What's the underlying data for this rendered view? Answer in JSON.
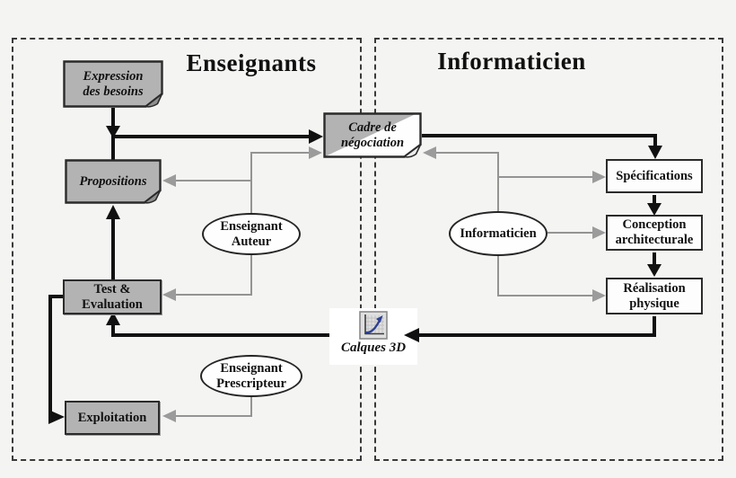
{
  "panels": {
    "enseignants": {
      "title": "Enseignants"
    },
    "informaticien": {
      "title": "Informaticien"
    }
  },
  "nodes": {
    "expression_besoins": "Expression\ndes besoins",
    "propositions": "Propositions",
    "test_evaluation": "Test &\nEvaluation",
    "exploitation": "Exploitation",
    "cadre_negociation": "Cadre de\nnégociation",
    "specifications": "Spécifications",
    "conception_architecturale": "Conception\narchitecturale",
    "realisation_physique": "Réalisation\nphysique"
  },
  "actors": {
    "enseignant_auteur": "Enseignant\nAuteur",
    "informaticien": "Informaticien",
    "enseignant_prescripteur": "Enseignant\nPrescripteur"
  },
  "tool": {
    "label": "Calques 3D",
    "icon": "growth-chart-icon"
  },
  "colors": {
    "background": "#f4f4f2",
    "node_fill_gray": "#b3b3b3",
    "node_fill_white": "#fdfdfd",
    "border_dark": "#2b2b2b",
    "arrow_black": "#111111",
    "arrow_gray": "#949494",
    "icon_blue": "#2c3f92"
  },
  "edges": [
    {
      "from": "expression_besoins",
      "to": "cadre_negociation",
      "style": "black-thick"
    },
    {
      "from": "expression_besoins",
      "to": "propositions",
      "style": "black-thick"
    },
    {
      "from": "test_evaluation",
      "to": "propositions",
      "style": "black-thick"
    },
    {
      "from": "cadre_negociation",
      "to": "specifications",
      "style": "black-thick"
    },
    {
      "from": "specifications",
      "to": "conception_architecturale",
      "style": "black-thick"
    },
    {
      "from": "conception_architecturale",
      "to": "realisation_physique",
      "style": "black-thick"
    },
    {
      "from": "realisation_physique",
      "to": "calques_3d",
      "style": "black-thick"
    },
    {
      "from": "calques_3d",
      "to": "test_evaluation",
      "style": "black-thick"
    },
    {
      "from": "test_evaluation",
      "to": "exploitation",
      "style": "black-thick"
    },
    {
      "from": "enseignant_auteur",
      "to": "cadre_negociation",
      "style": "gray-thin"
    },
    {
      "from": "enseignant_auteur",
      "to": "propositions",
      "style": "gray-thin"
    },
    {
      "from": "enseignant_auteur",
      "to": "test_evaluation",
      "style": "gray-thin"
    },
    {
      "from": "informaticien",
      "to": "cadre_negociation",
      "style": "gray-thin"
    },
    {
      "from": "informaticien",
      "to": "specifications",
      "style": "gray-thin"
    },
    {
      "from": "informaticien",
      "to": "conception_architecturale",
      "style": "gray-thin"
    },
    {
      "from": "informaticien",
      "to": "realisation_physique",
      "style": "gray-thin"
    },
    {
      "from": "enseignant_prescripteur",
      "to": "exploitation",
      "style": "gray-thin"
    }
  ]
}
